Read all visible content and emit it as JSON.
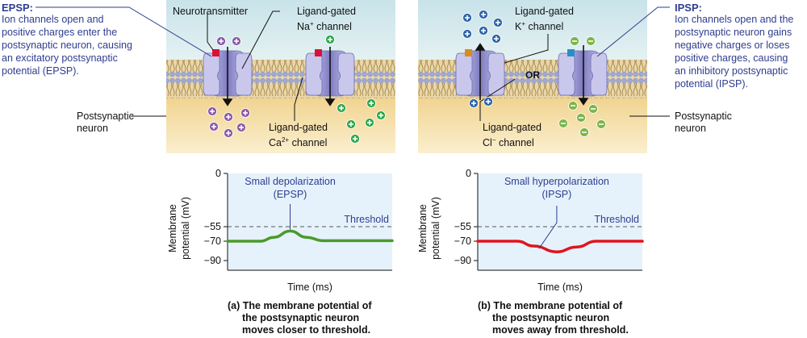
{
  "colors": {
    "accent_text": "#2e3d8f",
    "epsp_curve": "#4a9a2c",
    "ipsp_curve": "#e0141e",
    "extracellular": "#d6ebef",
    "cytoplasm": "#f3d99a",
    "channel": "#a7a6d8",
    "na_ion": "#2fa84a",
    "k_ion": "#2d63a8",
    "cl_ion": "#7cb54a",
    "generic_cation": "#8a5aa8",
    "neurotransmitter_a": "#d8123a",
    "neurotransmitter_b1": "#d98a1c",
    "neurotransmitter_b2": "#2b8fc6"
  },
  "epsp_panel": {
    "title": "EPSP:",
    "description": [
      "Ion channels open and",
      "positive charges enter the",
      "postsynaptic neuron, causing",
      "an excitatory postsynaptic",
      "potential (EPSP)."
    ],
    "neuron_label": [
      "Postsynaptic",
      "neuron"
    ],
    "neurotransmitter_label": "Neurotransmitter",
    "na_channel_label": [
      "Ligand-gated",
      "Na",
      "+",
      " channel"
    ],
    "ca_channel_label": [
      "Ligand-gated",
      "Ca",
      "2+",
      " channel"
    ]
  },
  "ipsp_panel": {
    "title": "IPSP:",
    "description": [
      "Ion channels open and the",
      "postsynaptic neuron gains",
      "negative charges or loses",
      "positive charges, causing",
      "an inhibitory postsynaptic",
      "potential (IPSP)."
    ],
    "neuron_label": [
      "Postsynaptic",
      "neuron"
    ],
    "k_channel_label": [
      "Ligand-gated",
      "K",
      "+",
      " channel"
    ],
    "cl_channel_label": [
      "Ligand-gated",
      "Cl",
      "−",
      " channel"
    ],
    "or_label": "OR"
  },
  "chart_data": [
    {
      "type": "line",
      "title": "Small depolarization (EPSP)",
      "annotation": [
        "Small depolarization",
        "(EPSP)"
      ],
      "xlabel": "Time (ms)",
      "ylabel": [
        "Membrane",
        "potential (mV)"
      ],
      "yticks": [
        "0",
        "−55",
        "−70",
        "−90"
      ],
      "ytick_values": [
        0,
        -55,
        -70,
        -90
      ],
      "ylim": [
        -100,
        0
      ],
      "threshold": {
        "value": -55,
        "label": "Threshold"
      },
      "series": [
        {
          "name": "EPSP",
          "x": [
            0,
            20,
            28,
            38,
            48,
            58,
            100
          ],
          "y": [
            -70,
            -70,
            -66,
            -59.5,
            -66,
            -69.5,
            -69.5
          ]
        }
      ],
      "caption": [
        "(a) The membrane potential of",
        "the postsynaptic neuron",
        "moves closer to threshold."
      ]
    },
    {
      "type": "line",
      "title": "Small hyperpolarization (IPSP)",
      "annotation": [
        "Small hyperpolarization",
        "(IPSP)"
      ],
      "xlabel": "Time (ms)",
      "ylabel": [
        "Membrane",
        "potential (mV)"
      ],
      "yticks": [
        "0",
        "−55",
        "−70",
        "−90"
      ],
      "ytick_values": [
        0,
        -55,
        -70,
        -90
      ],
      "ylim": [
        -100,
        0
      ],
      "threshold": {
        "value": -55,
        "label": "Threshold"
      },
      "series": [
        {
          "name": "IPSP",
          "x": [
            0,
            24,
            34,
            48,
            60,
            72,
            100
          ],
          "y": [
            -70,
            -70,
            -75,
            -81,
            -76,
            -70,
            -70
          ]
        }
      ],
      "caption": [
        "(b) The membrane potential of",
        "the postsynaptic neuron",
        "moves away from threshold."
      ]
    }
  ]
}
